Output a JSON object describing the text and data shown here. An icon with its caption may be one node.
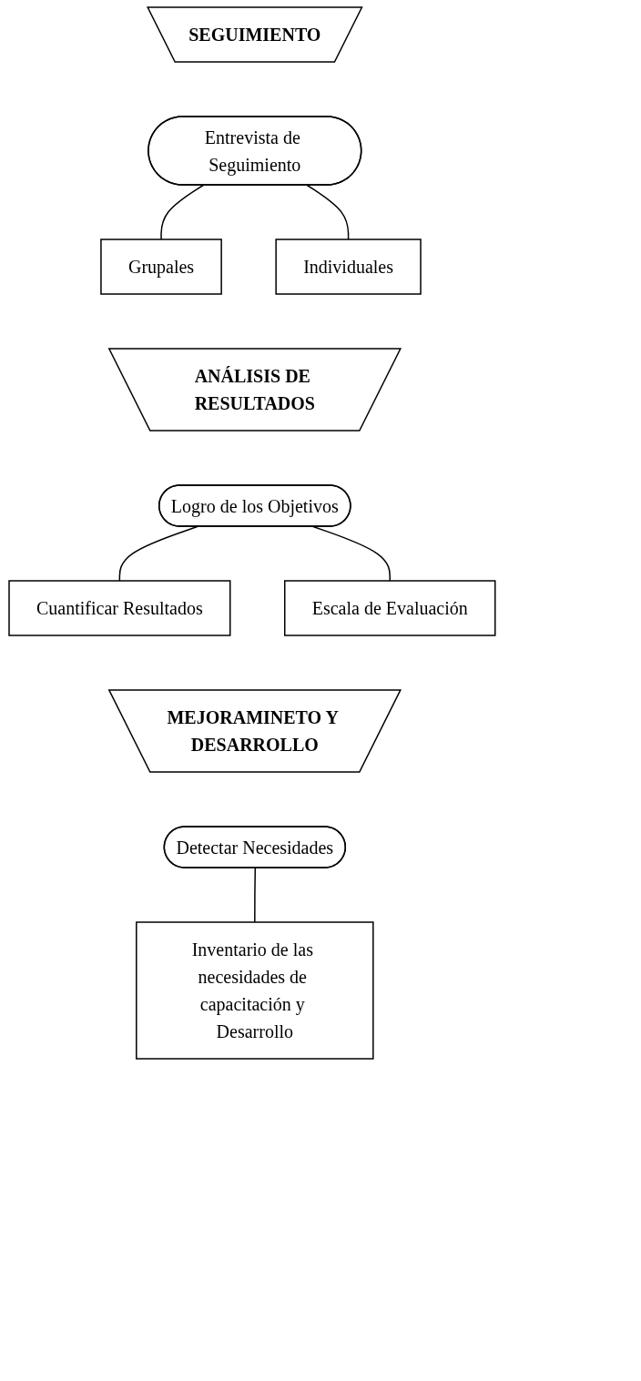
{
  "diagram": {
    "nodes": [
      {
        "text": [
          "SEGUIMIENTO"
        ]
      },
      {
        "text": [
          "Entrevista de Seguimiento"
        ]
      },
      {
        "text": [
          "Grupales"
        ]
      },
      {
        "text": [
          "Individuales"
        ]
      },
      {
        "text": [
          "ANÁLISIS DE RESULTADOS"
        ]
      },
      {
        "text": [
          "Logro de los Objetivos"
        ]
      },
      {
        "text": [
          "Cuantificar Resultados"
        ]
      },
      {
        "text": [
          "Escala de Evaluación"
        ]
      },
      {
        "text": [
          "MEJORAMINETO Y DESARROLLO"
        ]
      },
      {
        "text": [
          "Detectar Necesidades"
        ]
      },
      {
        "text": [
          "Inventario de las necesidades de capacitación y Desarrollo"
        ]
      }
    ],
    "edges": [
      {
        "from": 1,
        "to": 2,
        "arrow": "none"
      },
      {
        "from": 1,
        "to": 3,
        "arrow": "none"
      },
      {
        "from": 5,
        "to": 6,
        "arrow": "none"
      },
      {
        "from": 5,
        "to": 7,
        "arrow": "none"
      },
      {
        "from": 9,
        "to": 10,
        "arrow": "none"
      }
    ]
  }
}
